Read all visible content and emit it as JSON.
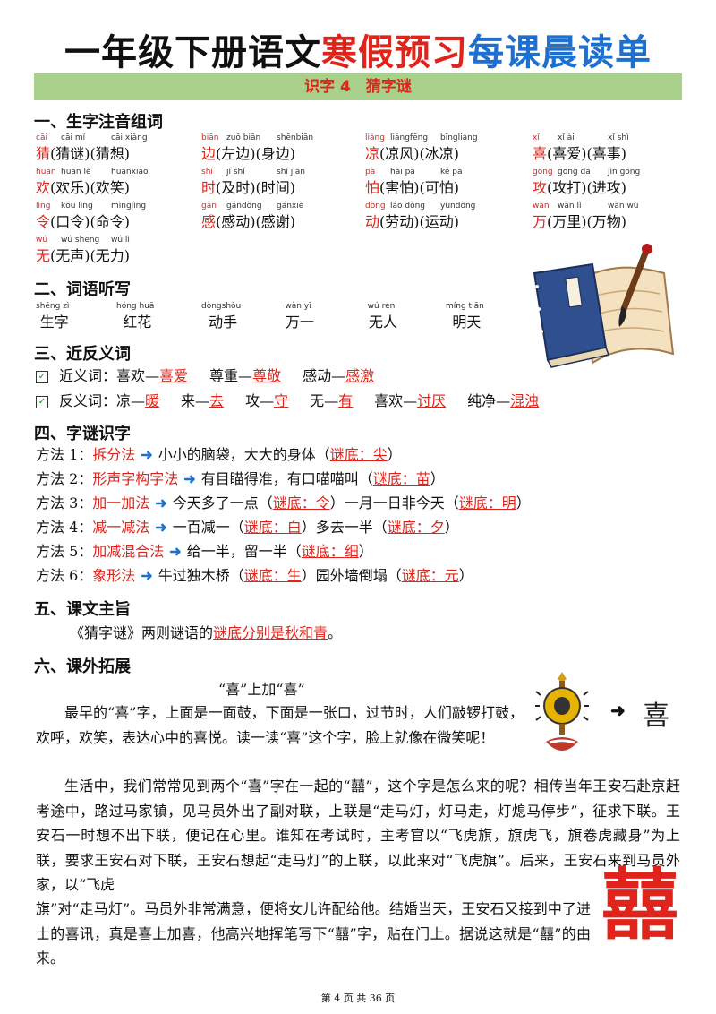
{
  "title": {
    "part1": "一年级下册语文",
    "part2": "寒假预习",
    "part3": "每课晨读单"
  },
  "banner": "识字 4　猜字谜",
  "sections": {
    "s1": "一、生字注音组词",
    "s2": "二、词语听写",
    "s3": "三、近反义词",
    "s4": "四、字谜识字",
    "s5": "五、课文主旨",
    "s6": "六、课外拓展"
  },
  "chars": [
    [
      {
        "p1": "cāi",
        "p2": "cāi mí",
        "p3": "cāi xiǎng",
        "c": "猜",
        "w1": "(猜谜)",
        "w2": "(猜想)"
      },
      {
        "p1": "biān",
        "p2": "zuǒ biān",
        "p3": "shēnbiān",
        "c": "边",
        "w1": "(左边)",
        "w2": "(身边)"
      },
      {
        "p1": "liáng",
        "p2": "liángfēng",
        "p3": "bīngliáng",
        "c": "凉",
        "w1": "(凉风)",
        "w2": "(冰凉)"
      },
      {
        "p1": "xǐ",
        "p2": "xǐ ài",
        "p3": "xǐ shì",
        "c": "喜",
        "w1": "(喜爱)",
        "w2": "(喜事)"
      }
    ],
    [
      {
        "p1": "huān",
        "p2": "huān lè",
        "p3": "huānxiào",
        "c": "欢",
        "w1": "(欢乐)",
        "w2": "(欢笑)"
      },
      {
        "p1": "shí",
        "p2": "jí shí",
        "p3": "shí jiān",
        "c": "时",
        "w1": "(及时)",
        "w2": "(时间)"
      },
      {
        "p1": "pà",
        "p2": "hài pà",
        "p3": "kě pà",
        "c": "怕",
        "w1": "(害怕)",
        "w2": "(可怕)"
      },
      {
        "p1": "gōng",
        "p2": "gōng dǎ",
        "p3": "jìn gōng",
        "c": "攻",
        "w1": "(攻打)",
        "w2": "(进攻)"
      }
    ],
    [
      {
        "p1": "lìng",
        "p2": "kǒu lìng",
        "p3": "mìnglìng",
        "c": "令",
        "w1": "(口令)",
        "w2": "(命令)"
      },
      {
        "p1": "gǎn",
        "p2": "gǎndòng",
        "p3": "gǎnxiè",
        "c": "感",
        "w1": "(感动)",
        "w2": "(感谢)"
      },
      {
        "p1": "dòng",
        "p2": "láo dòng",
        "p3": "yùndòng",
        "c": "动",
        "w1": "(劳动)",
        "w2": "(运动)"
      },
      {
        "p1": "wàn",
        "p2": "wàn lǐ",
        "p3": "wàn wù",
        "c": "万",
        "w1": "(万里)",
        "w2": "(万物)"
      }
    ],
    [
      {
        "p1": "wú",
        "p2": "wú shēng",
        "p3": "wú lì",
        "c": "无",
        "w1": "(无声)",
        "w2": "(无力)"
      }
    ]
  ],
  "vocab": [
    {
      "py": "shēng zì",
      "w": "生字"
    },
    {
      "py": "hóng huā",
      "w": "红花"
    },
    {
      "py": "dòngshǒu",
      "w": "动手"
    },
    {
      "py": "wàn yī",
      "w": "万一"
    },
    {
      "py": "wú rén",
      "w": "无人"
    },
    {
      "py": "míng tiān",
      "w": "明天"
    }
  ],
  "synonyms": {
    "label": "近义词：",
    "pairs": [
      {
        "a": "喜欢—",
        "b": "喜爱"
      },
      {
        "a": "尊重—",
        "b": "尊敬"
      },
      {
        "a": "感动—",
        "b": "感激"
      }
    ]
  },
  "antonyms": {
    "label": "反义词：",
    "pairs": [
      {
        "a": "凉—",
        "b": "暖"
      },
      {
        "a": "来—",
        "b": "去"
      },
      {
        "a": "攻—",
        "b": "守"
      },
      {
        "a": "无—",
        "b": "有"
      },
      {
        "a": "喜欢—",
        "b": "讨厌"
      },
      {
        "a": "纯净—",
        "b": "混浊"
      }
    ]
  },
  "methods": [
    {
      "label": "方法 1：",
      "name": "拆分法",
      "text1": "小小的脑袋，大大的身体（",
      "ans1": "谜底：尖",
      "text2": "）"
    },
    {
      "label": "方法 2：",
      "name": "形声字构字法",
      "text1": "有目瞄得准，有口喵喵叫（",
      "ans1": "谜底：苗",
      "text2": "）"
    },
    {
      "label": "方法 3：",
      "name": "加一加法",
      "text1": "今天多了一点（",
      "ans1": "谜底：令",
      "text2": "）一月一日非今天（",
      "ans2": "谜底：明",
      "text3": "）"
    },
    {
      "label": "方法 4：",
      "name": "减一减法",
      "text1": "一百减一（",
      "ans1": "谜底：白",
      "text2": "）多去一半（",
      "ans2": "谜底：夕",
      "text3": "）"
    },
    {
      "label": "方法 5：",
      "name": "加减混合法",
      "text1": "给一半，留一半（",
      "ans1": "谜底：细",
      "text2": "）"
    },
    {
      "label": "方法 6：",
      "name": "象形法",
      "text1": "牛过独木桥（",
      "ans1": "谜底：生",
      "text2": "）园外墙倒塌（",
      "ans2": "谜底：元",
      "text3": "）"
    }
  ],
  "theme": {
    "text1": "《猜字谜》两则谜语的",
    "ans": "谜底分别是秋和青",
    "text2": "。"
  },
  "extension": {
    "subtitle": "“喜”上加“喜”",
    "p1": "最早的“喜”字，上面是一面鼓，下面是一张口，过节时，人们敲锣打鼓，欢呼，欢笑，表达心中的喜悦。读一读“喜”这个字，脸上就像在微笑呢！",
    "p2a": "生活中，我们常常见到两个“喜”字在一起的“囍”，这个字是怎么来的呢？相传当年王安石赴京赶考途中，路过马家镇，见马员外出了副对联，上联是“走马灯，灯马走，灯熄马停步”，征求下联。王安石一时想不出下联，便记在心里。谁知在考试时，主考官以“飞虎旗，旗虎飞，旗卷虎藏身”为上联，要求王安石对下联，王安石想起“走马灯”的上联，以此来对“飞虎旗”。后来，王安石来到马员外家，以“飞虎",
    "p2b": "旗”对“走马灯”。马员外非常满意，便将女儿许配给他。结婚当天，王安石又接到中了进士的喜讯，真是喜上加喜，他高兴地挥笔写下“囍”字，贴在门上。据说这就是“囍”的由来。",
    "ancient_char": "喜",
    "double_xi": "囍"
  },
  "footer": "第 4 页 共 36 页",
  "colors": {
    "red": "#e0241b",
    "blue": "#1d6fd0",
    "green": "#a8d08a"
  }
}
